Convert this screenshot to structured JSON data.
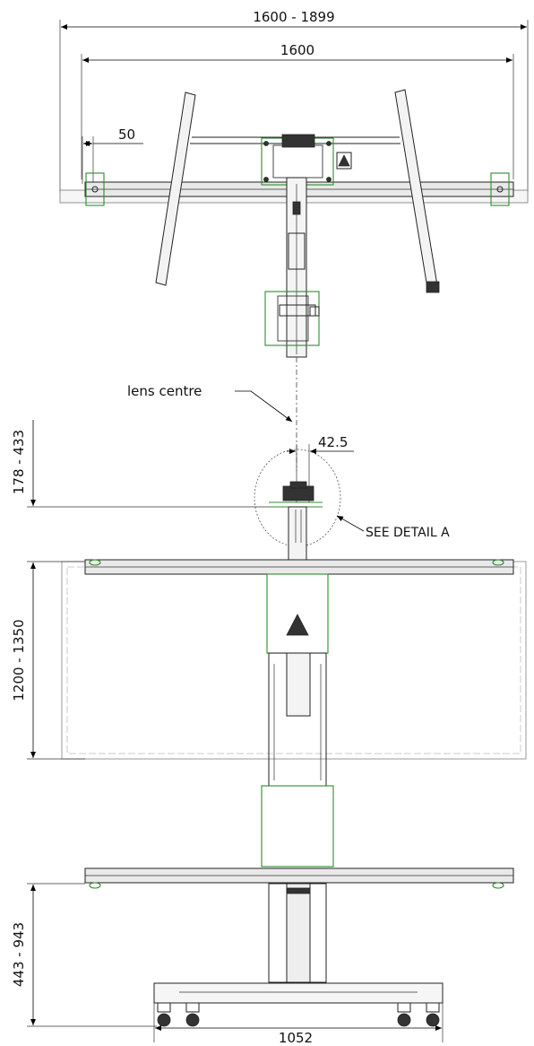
{
  "dimensions": {
    "outer_width": "1600 - 1899",
    "inner_width": "1600",
    "bracket_offset": "50",
    "lens_offset": "42.5",
    "lens_height": "178 - 433",
    "board_height": "1200 - 1350",
    "base_height": "443 - 943",
    "base_width": "1052"
  },
  "annotations": {
    "lens_centre": "lens centre",
    "detail": "SEE DETAIL  A"
  }
}
